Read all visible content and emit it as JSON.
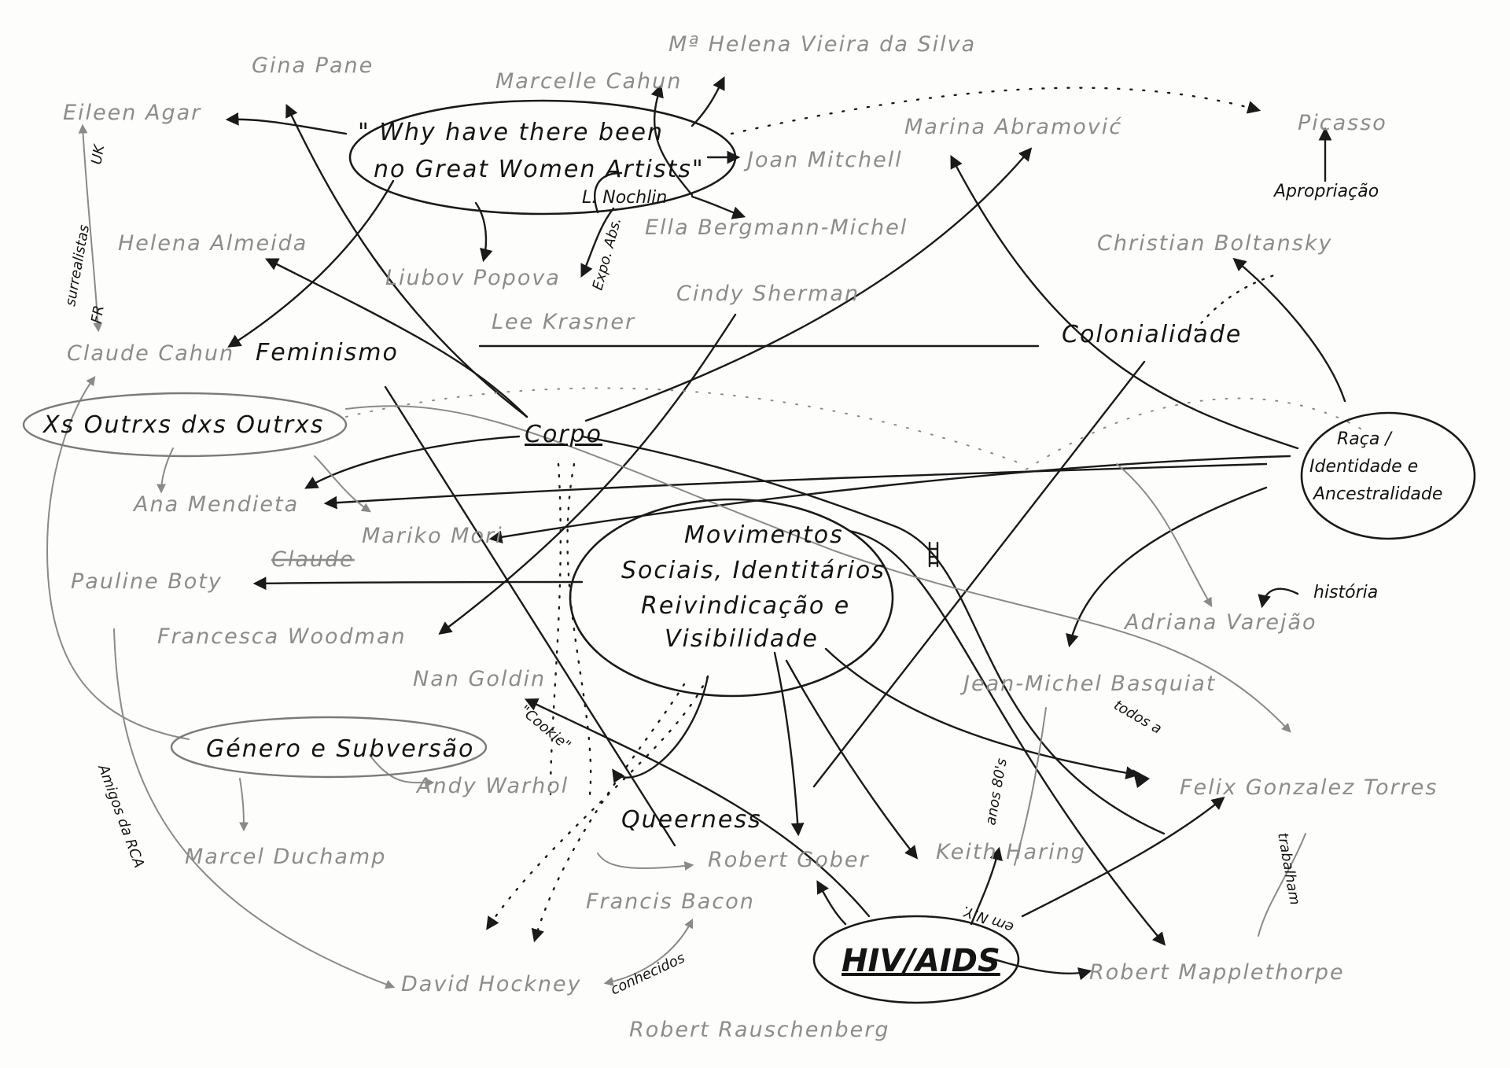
{
  "concepts": {
    "feminismo": "Feminismo",
    "nochlin_q1": "\" Why have there been",
    "nochlin_q2": "no Great Women Artists\"",
    "nochlin_author": "L. Nochlin",
    "outros": "Xs Outrxs dxs Outrxs",
    "corpo": "Corpo",
    "movimentos_1": "Movimentos",
    "movimentos_2": "Sociais, Identitários",
    "movimentos_3": "Reivindicação e",
    "movimentos_4": "Visibilidade",
    "genero": "Género e Subversão",
    "queerness": "Queerness",
    "hiv": "HIV/AIDS",
    "colonialidade": "Colonialidade",
    "raca_1": "Raça /",
    "raca_2": "Identidade e",
    "raca_3": "Ancestralidade",
    "historia": "história",
    "apropriacao": "Apropriação"
  },
  "artists": {
    "gina_pane": "Gina Pane",
    "eileen_agar": "Eileen Agar",
    "marcelle_cahun": "Marcelle Cahun",
    "helena_vieira": "Mª Helena Vieira da Silva",
    "joan_mitchell": "Joan Mitchell",
    "ella": "Ella Bergmann-Michel",
    "lubov": "Liubov Popova",
    "lee": "Lee Krasner",
    "cindy": "Cindy Sherman",
    "helena_almeida": "Helena Almeida",
    "claude_cahun": "Claude Cahun",
    "marina": "Marina Abramović",
    "picasso": "Picasso",
    "boltanski": "Christian Boltansky",
    "ana_mendieta": "Ana Mendieta",
    "mariko_mori": "Mariko Mori",
    "pauline_boty": "Pauline Boty",
    "claude_struck": "Claude",
    "francesca": "Francesca Woodman",
    "nan_goldin": "Nan Goldin",
    "adriana": "Adriana Varejão",
    "basquiat": "Jean-Michel Basquiat",
    "andy": "Andy Warhol",
    "felix": "Felix Gonzalez Torres",
    "duchamp": "Marcel Duchamp",
    "gober": "Robert Gober",
    "haring": "Keith Haring",
    "bacon": "Francis Bacon",
    "hockney": "David Hockney",
    "mapplethorpe": "Robert Mapplethorpe",
    "rauschenberg": "Robert Rauschenberg"
  },
  "annotations": {
    "surrealistas": "surrealistas",
    "uk": "UK",
    "fr": "FR",
    "expo": "Expo. Abs.",
    "cookie": "\"Cookie\"",
    "amigos": "Amigos da RCA",
    "conhecidos": "conhecidos",
    "todos": "todos a",
    "anos80": "anos 80's",
    "trabalham": "trabalham",
    "em_ny": "em N.Y."
  },
  "colors": {
    "ink": "#141414",
    "pencil": "#8c8c8c",
    "paper": "#fdfdfb"
  }
}
